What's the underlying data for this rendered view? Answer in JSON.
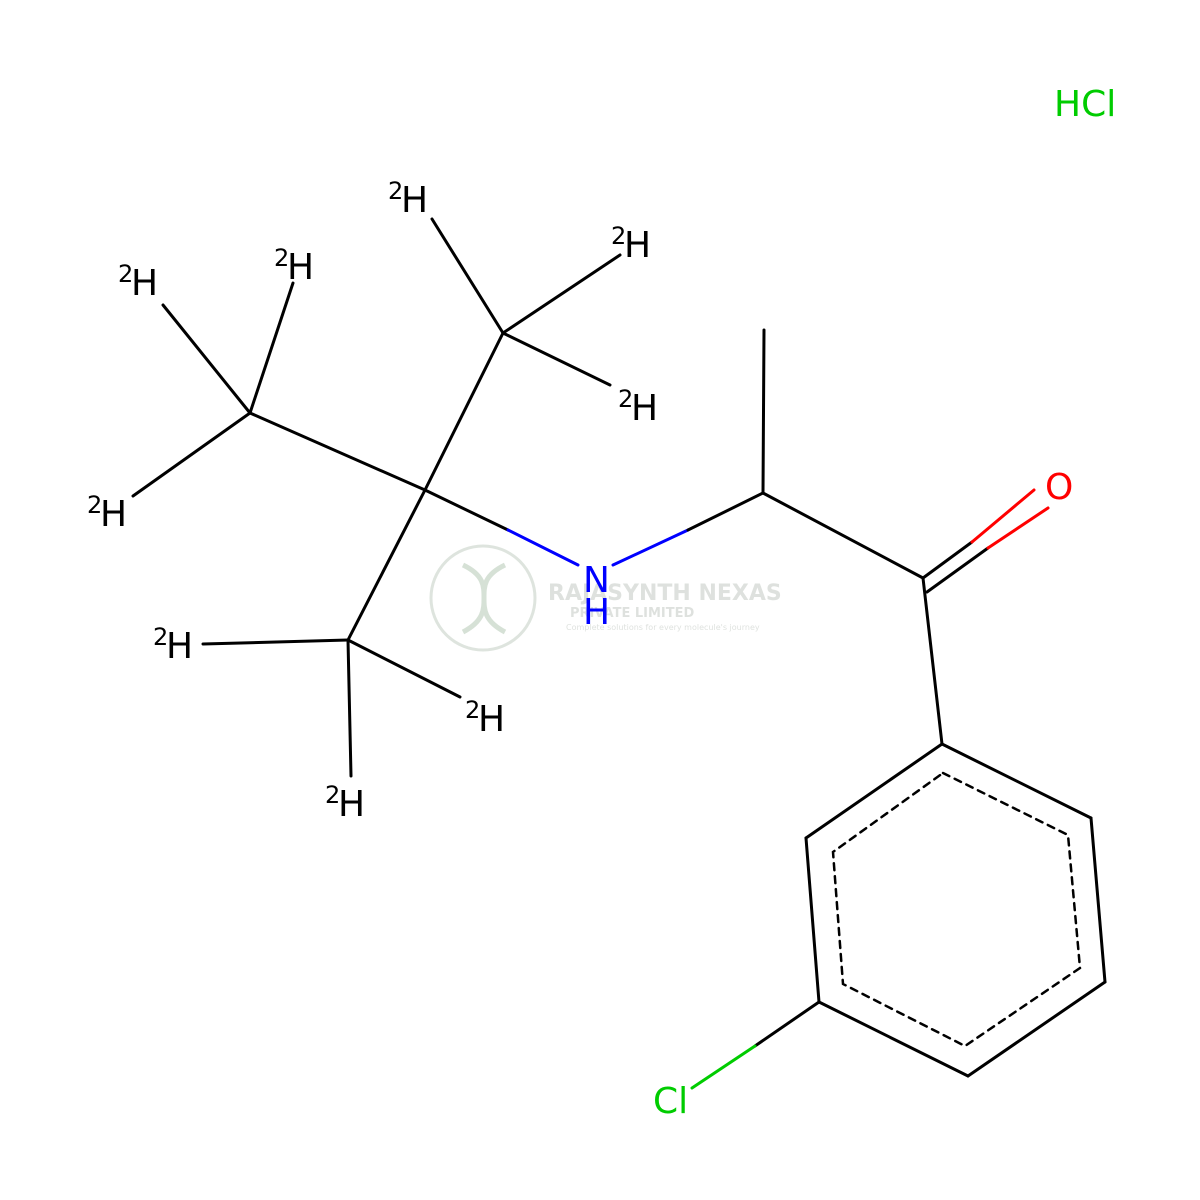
{
  "molecule": {
    "salt_label": "HCl",
    "nitrogen_label": "N",
    "nitrogen_h_label": "H",
    "oxygen_label": "O",
    "chlorine_label": "Cl",
    "deuterium": {
      "mass_number": "2",
      "symbol": "H"
    }
  },
  "watermark": {
    "line1": "RAJASYNTH NEXAS",
    "line2": "PRIVATE LIMITED",
    "line3": "Complete solutions for every molecule's journey"
  },
  "colors": {
    "bond": "#000000",
    "nitrogen": "#0000ff",
    "oxygen": "#ff0000",
    "chlorine": "#00cc00",
    "watermark": "#9aa69a"
  }
}
